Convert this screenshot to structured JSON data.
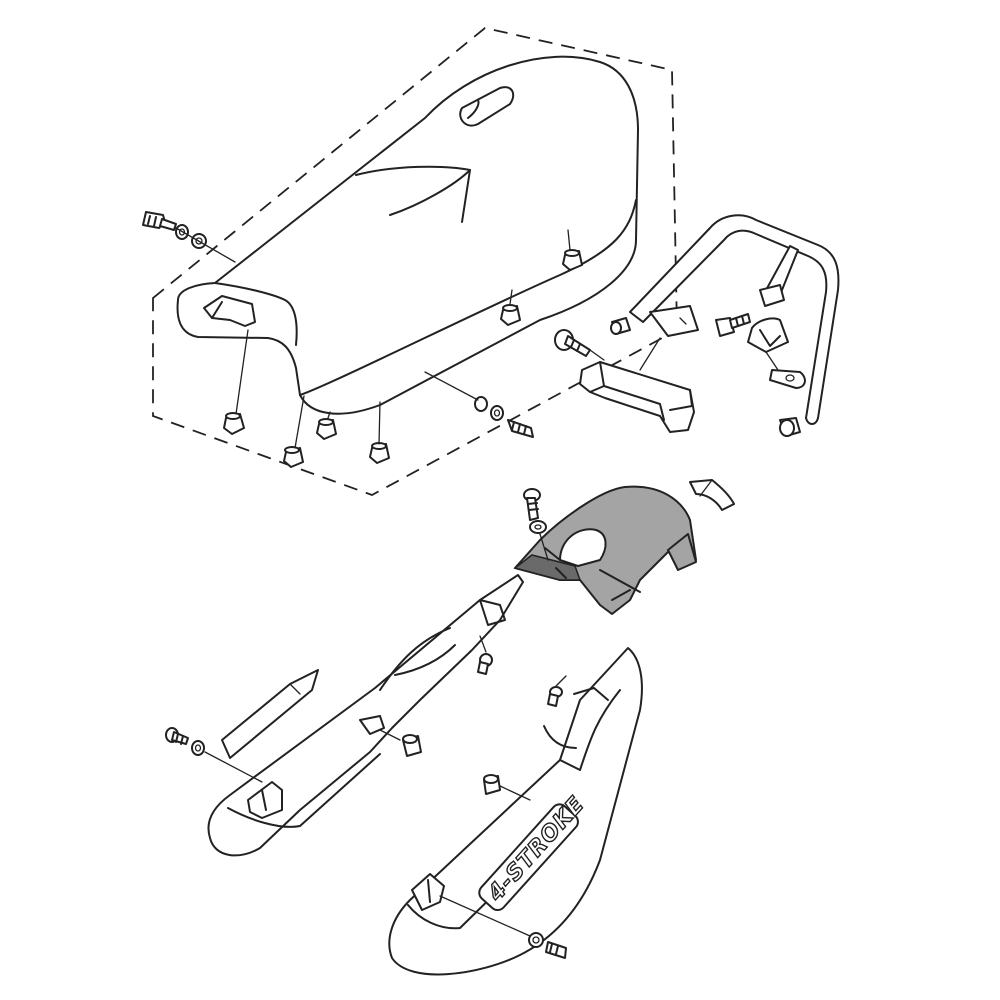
{
  "diagram": {
    "badge_text": "4-STROKE",
    "parts": [
      "seat",
      "grab-bar",
      "rear-cowl-center",
      "side-cover-left",
      "side-cover-right",
      "bolts",
      "washers",
      "grommets"
    ]
  }
}
